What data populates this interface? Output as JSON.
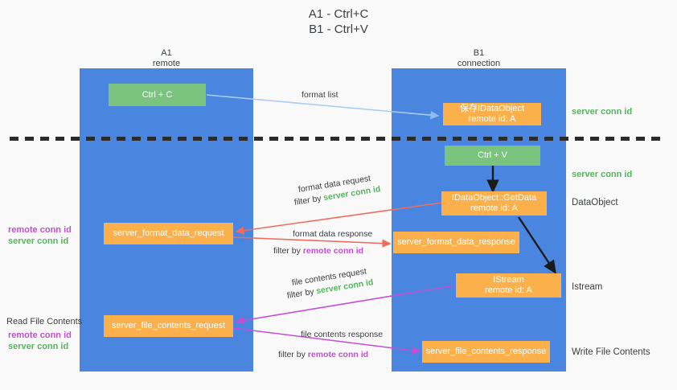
{
  "title": {
    "line1": "A1 - Ctrl+C",
    "line2": "B1 - Ctrl+V"
  },
  "lanes": [
    {
      "id": "A1",
      "name": "A1",
      "sub": "remote"
    },
    {
      "id": "B1",
      "name": "B1",
      "sub": "connection"
    }
  ],
  "nodes": {
    "ctrl_c": {
      "line1": "Ctrl + C",
      "line2": ""
    },
    "save_dataobject": {
      "line1": "保存IDataObject",
      "line2": "remote id: A"
    },
    "ctrl_v": {
      "line1": "Ctrl + V",
      "line2": ""
    },
    "getdata": {
      "line1": "IDataObject::GetData",
      "line2": "remote id: A"
    },
    "fmt_req": {
      "line1": "server_format_data_request",
      "line2": ""
    },
    "fmt_resp": {
      "line1": "server_format_data_response",
      "line2": ""
    },
    "istream": {
      "line1": "IStream",
      "line2": "remote id: A"
    },
    "file_req": {
      "line1": "server_file_contents_request",
      "line2": ""
    },
    "file_resp": {
      "line1": "server_file_contents_response",
      "line2": ""
    }
  },
  "edges": {
    "format_list": "format list",
    "fmt_req_l1": "format data request",
    "fmt_req_l2_pre": "filter by ",
    "fmt_req_l2_key": "server conn id",
    "fmt_resp_l1": "format data response",
    "fmt_resp_l2_pre": "filter by ",
    "fmt_resp_l2_key": "remote conn id",
    "file_req_l1": "file contents request",
    "file_req_l2_pre": "filter by ",
    "file_req_l2_key": "server conn id",
    "file_resp_l1": "file contents response",
    "file_resp_l2_pre": "filter by ",
    "file_resp_l2_key": "remote conn id"
  },
  "annotations": {
    "right_server_conn_1": "server conn id",
    "right_server_conn_2": "server conn id",
    "right_dataobject": "DataObject",
    "right_istream": "Istream",
    "right_write_file": "Write File Contents",
    "left_remote_conn_1": "remote conn id",
    "left_server_conn_1": "server conn id",
    "left_read_file": "Read File Contents",
    "left_remote_conn_2": "remote conn id",
    "left_server_conn_2": "server conn id"
  },
  "colors": {
    "background": "#f9f9f9",
    "lane": "#4a86e0",
    "node_green": "#7ac47f",
    "node_orange": "#fbb04c",
    "green_text": "#57b35f",
    "purple_text": "#c24fd4",
    "wire_blue": "#a8cdf0",
    "wire_red": "#ef6b5e",
    "wire_purple": "#c24fd4",
    "wire_black": "#1a1a1a",
    "divider": "#2b2b2b"
  }
}
